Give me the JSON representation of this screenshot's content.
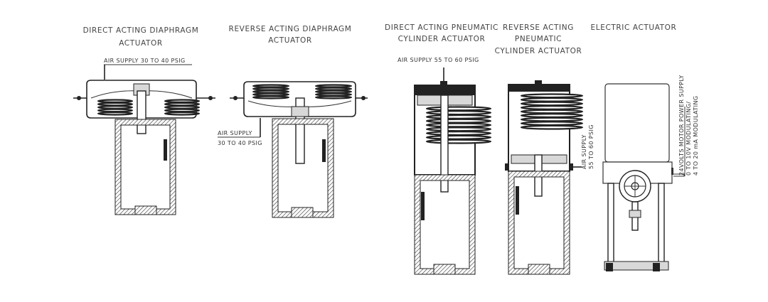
{
  "actuators": [
    {
      "title_line1": "DIRECT ACTING DIAPHRAGM",
      "title_line2": "ACTUATOR",
      "air_supply": "AIR SUPPLY 30 TO 40 PSIG"
    },
    {
      "title_line1": "REVERSE ACTING DIAPHRAGM",
      "title_line2": "ACTUATOR",
      "air_supply_line1": "AIR SUPPLY",
      "air_supply_line2": "30 TO 40 PSIG"
    },
    {
      "title_line1": "DIRECT ACTING PNEUMATIC",
      "title_line2": "CYLINDER ACTUATOR",
      "air_supply": "AIR SUPPLY 55 TO 60 PSIG"
    },
    {
      "title_line1": "REVERSE ACTING",
      "title_line2": "PNEUMATIC",
      "title_line3": "CYLINDER ACTUATOR",
      "air_supply_line1": "AIR SUPPLY",
      "air_supply_line2": "55 TO 60 PSIG"
    },
    {
      "title_line1": "ELECTRIC ACTUATOR",
      "power_line1": "24VOLTS MOTOR POWER SUPPLY",
      "power_line2": "0 TO 10V MODULATING/",
      "power_line3": "4 TO 20 mA MODULATING"
    }
  ]
}
